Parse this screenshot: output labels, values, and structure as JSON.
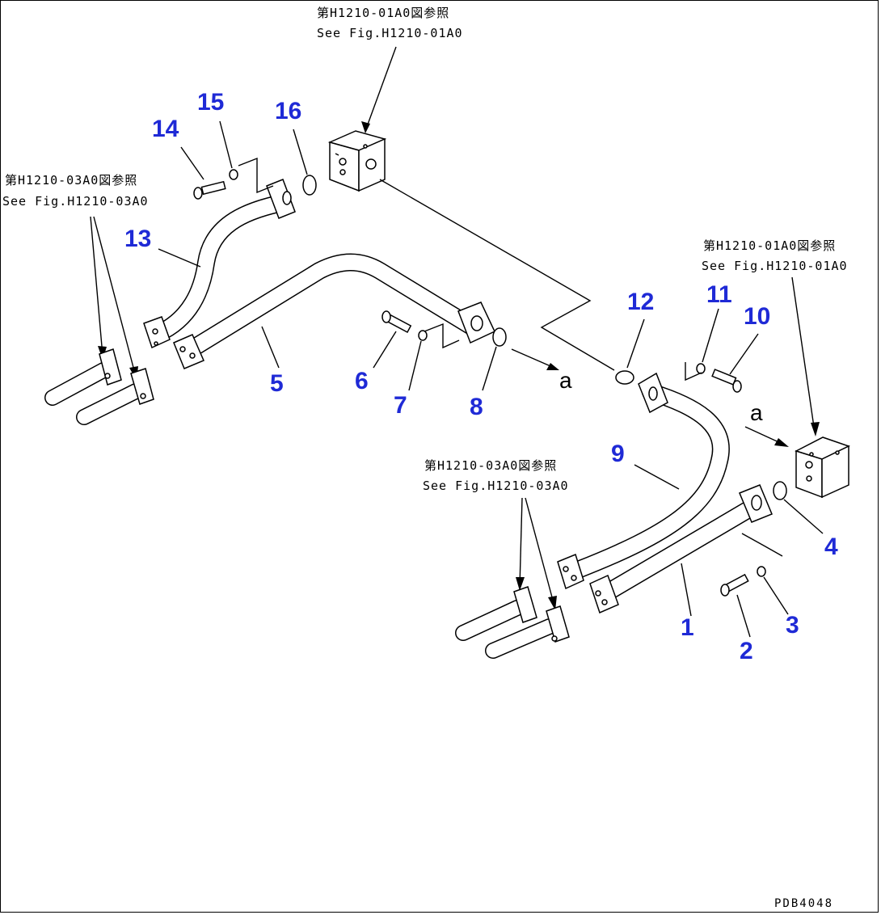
{
  "diagram": {
    "drawing_code": "PDB4048",
    "references": {
      "top_block": {
        "jp": "第H1210-01A0図参照",
        "en": "See Fig.H1210-01A0"
      },
      "right_block": {
        "jp": "第H1210-01A0図参照",
        "en": "See Fig.H1210-01A0"
      },
      "left_hoses": {
        "jp": "第H1210-03A0図参照",
        "en": "See Fig.H1210-03A0"
      },
      "center_hoses": {
        "jp": "第H1210-03A0図参照",
        "en": "See Fig.H1210-03A0"
      }
    },
    "connector_letter": "a",
    "part_numbers": {
      "p1": "1",
      "p2": "2",
      "p3": "3",
      "p4": "4",
      "p5": "5",
      "p6": "6",
      "p7": "7",
      "p8": "8",
      "p9": "9",
      "p10": "10",
      "p11": "11",
      "p12": "12",
      "p13": "13",
      "p14": "14",
      "p15": "15",
      "p16": "16"
    },
    "colors": {
      "callout_numbers": "#1f2ad6",
      "linework": "#000000",
      "background": "#ffffff"
    }
  }
}
